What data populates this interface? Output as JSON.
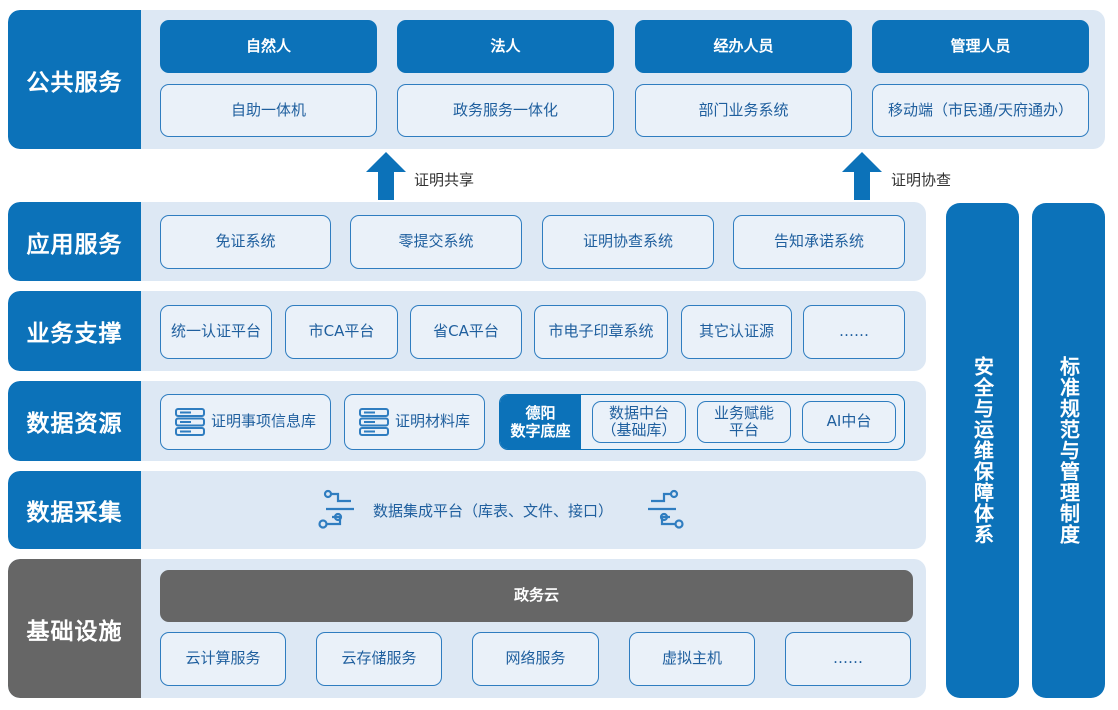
{
  "layers": {
    "public": {
      "label": "公共服务",
      "roles": [
        "自然人",
        "法人",
        "经办人员",
        "管理人员"
      ],
      "channels": [
        "自助一体机",
        "政务服务一体化",
        "部门业务系统",
        "移动端（市民通/天府通办）"
      ]
    },
    "arrows": {
      "left": "证明共享",
      "right": "证明协查"
    },
    "app": {
      "label": "应用服务",
      "items": [
        "免证系统",
        "零提交系统",
        "证明协查系统",
        "告知承诺系统"
      ]
    },
    "support": {
      "label": "业务支撑",
      "items": [
        "统一认证平台",
        "市CA平台",
        "省CA平台",
        "市电子印章系统",
        "其它认证源",
        "……"
      ]
    },
    "data": {
      "label": "数据资源",
      "db1": "证明事项信息库",
      "db2": "证明材料库",
      "deyang": {
        "title": "德阳\n数字底座",
        "items": [
          "数据中台\n（基础库）",
          "业务赋能\n平台",
          "AI中台"
        ]
      }
    },
    "collect": {
      "label": "数据采集",
      "text": "数据集成平台（库表、文件、接口）"
    },
    "infra": {
      "label": "基础设施",
      "cloud": "政务云",
      "items": [
        "云计算服务",
        "云存储服务",
        "网络服务",
        "虚拟主机",
        "……"
      ]
    }
  },
  "side": {
    "security": "安全与运维保障体系",
    "standard": "标准规范与管理制度"
  },
  "colors": {
    "primary": "#0c72b9",
    "panel": "#dde8f4",
    "box": "#eaf1f9",
    "gray": "#666666"
  }
}
